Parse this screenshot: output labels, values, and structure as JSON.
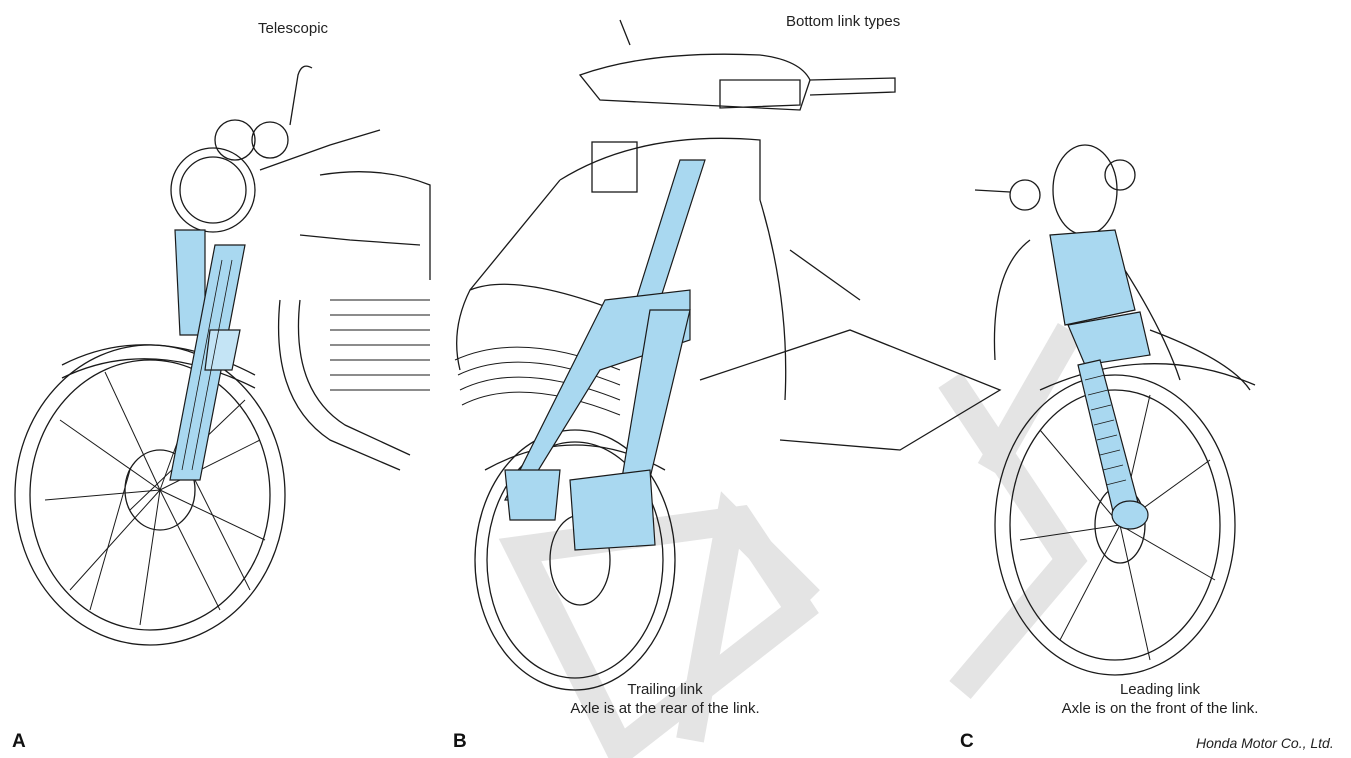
{
  "titles": {
    "telescopic": "Telescopic",
    "bottom_link": "Bottom link types"
  },
  "captions": {
    "trailing_title": "Trailing link",
    "trailing_desc": "Axle is at the rear of the link.",
    "leading_title": "Leading link",
    "leading_desc": "Axle is on the front of the link."
  },
  "panels": {
    "a": "A",
    "b": "B",
    "c": "C"
  },
  "credit": "Honda Motor Co., Ltd.",
  "watermark": "DLE",
  "colors": {
    "highlight": "#a9d8f0",
    "line": "#1a1a1a",
    "watermark": "#e2e2e2"
  }
}
